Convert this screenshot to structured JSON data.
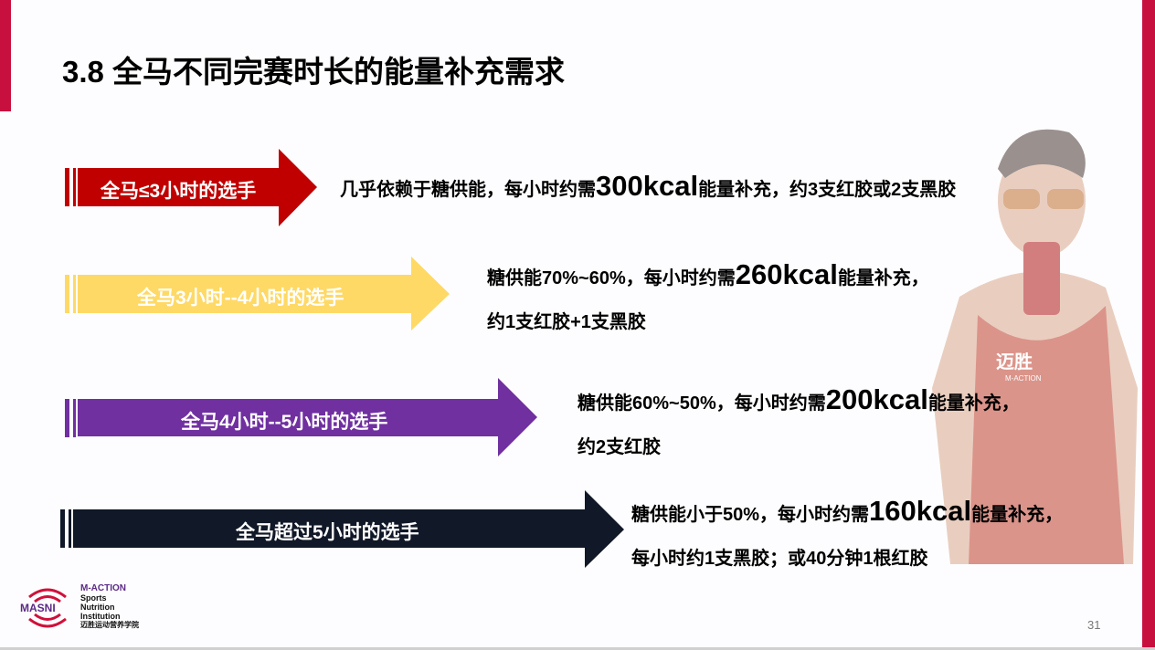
{
  "title": "3.8 全马不同完赛时长的能量补充需求",
  "rows": [
    {
      "label": "全马≤3小时的选手",
      "color": "#c00000",
      "line1_pre": "几乎依赖于糖供能，每小时约需",
      "kcal": "300kcal",
      "line1_post": "能量补充，约3支红胶或2支黑胶",
      "line2": ""
    },
    {
      "label": "全马3小时--4小时的选手",
      "color": "#ffd966",
      "line1_pre": "糖供能70%~60%，每小时约需",
      "kcal": "260kcal",
      "line1_post": "能量补充，",
      "line2": "约1支红胶+1支黑胶"
    },
    {
      "label": "全马4小时--5小时的选手",
      "color": "#7030a0",
      "line1_pre": "糖供能60%~50%，每小时约需",
      "kcal": "200kcal",
      "line1_post": "能量补充，",
      "line2": "约2支红胶"
    },
    {
      "label": "全马超过5小时的选手",
      "color": "#111827",
      "line1_pre": "糖供能小于50%，每小时约需",
      "kcal": "160kcal",
      "line1_post": "能量补充，",
      "line2": "每小时约1支黑胶；或40分钟1根红胶"
    }
  ],
  "logo": {
    "mark": "MASNI",
    "brand": "M-ACTION",
    "line1": "Sports",
    "line2": "Nutrition",
    "line3": "Institution",
    "cn": "迈胜运动营养学院"
  },
  "photo": {
    "shirt_logo": "迈胜",
    "shirt_sub": "M-ACTION"
  },
  "page_number": "31"
}
